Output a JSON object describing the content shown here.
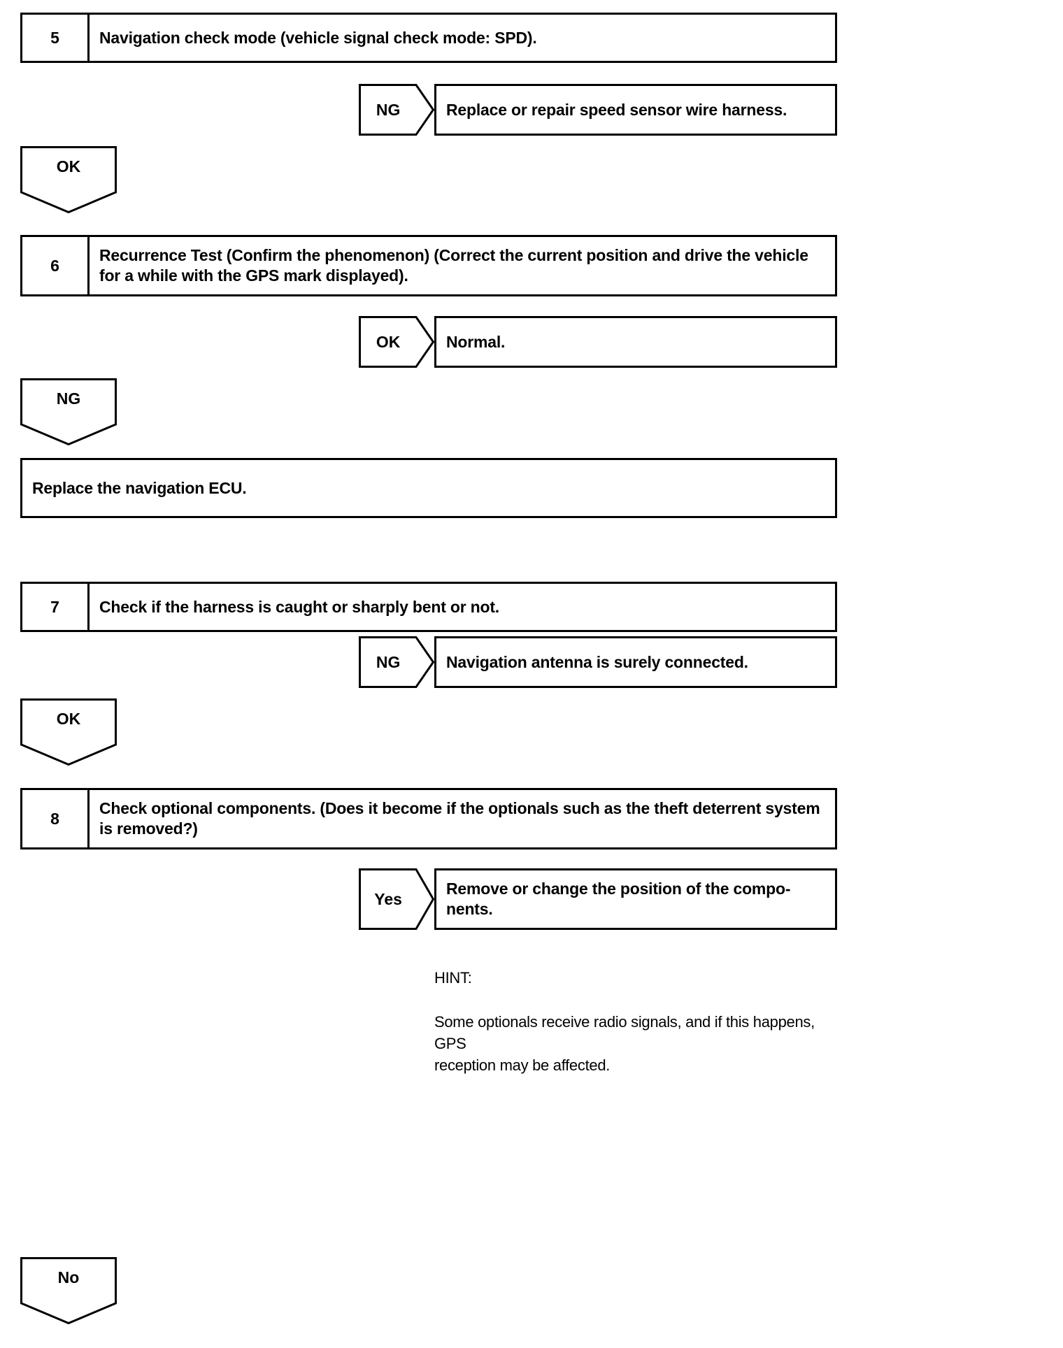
{
  "document": {
    "kind": "troubleshooting-flowchart",
    "background": "#ffffff",
    "ink": "#000000"
  },
  "steps": [
    {
      "number": "5",
      "text": "Navigation check mode (vehicle signal check mode: SPD)."
    },
    {
      "number": "6",
      "text": "Recurrence Test (Confirm the phenomenon) (Correct the current position and drive the vehicle for a while with the GPS mark displayed)."
    },
    {
      "number": "7",
      "text": "Check if the harness is caught or sharply bent or not."
    },
    {
      "number": "8",
      "text": "Check optional components. (Does it become if the optionals such as the theft deterrent system is removed?)"
    }
  ],
  "branches": [
    {
      "judgement": "NG",
      "result": "Replace or repair speed sensor wire harness."
    },
    {
      "judgement": "OK",
      "result": "Normal."
    },
    {
      "judgement": "NG",
      "result": "Navigation antenna is surely connected."
    },
    {
      "judgement": "Yes",
      "result": "Remove or change the position of the compo-\nnents."
    }
  ],
  "flow_arrows": [
    {
      "label": "OK"
    },
    {
      "label": "NG"
    },
    {
      "label": "OK"
    },
    {
      "label": "No"
    }
  ],
  "terminal_box": {
    "text": "Replace the navigation ECU."
  },
  "hint": {
    "title": "HINT:",
    "body": "Some optionals receive radio signals, and if this happens, GPS\nreception may be affected."
  }
}
